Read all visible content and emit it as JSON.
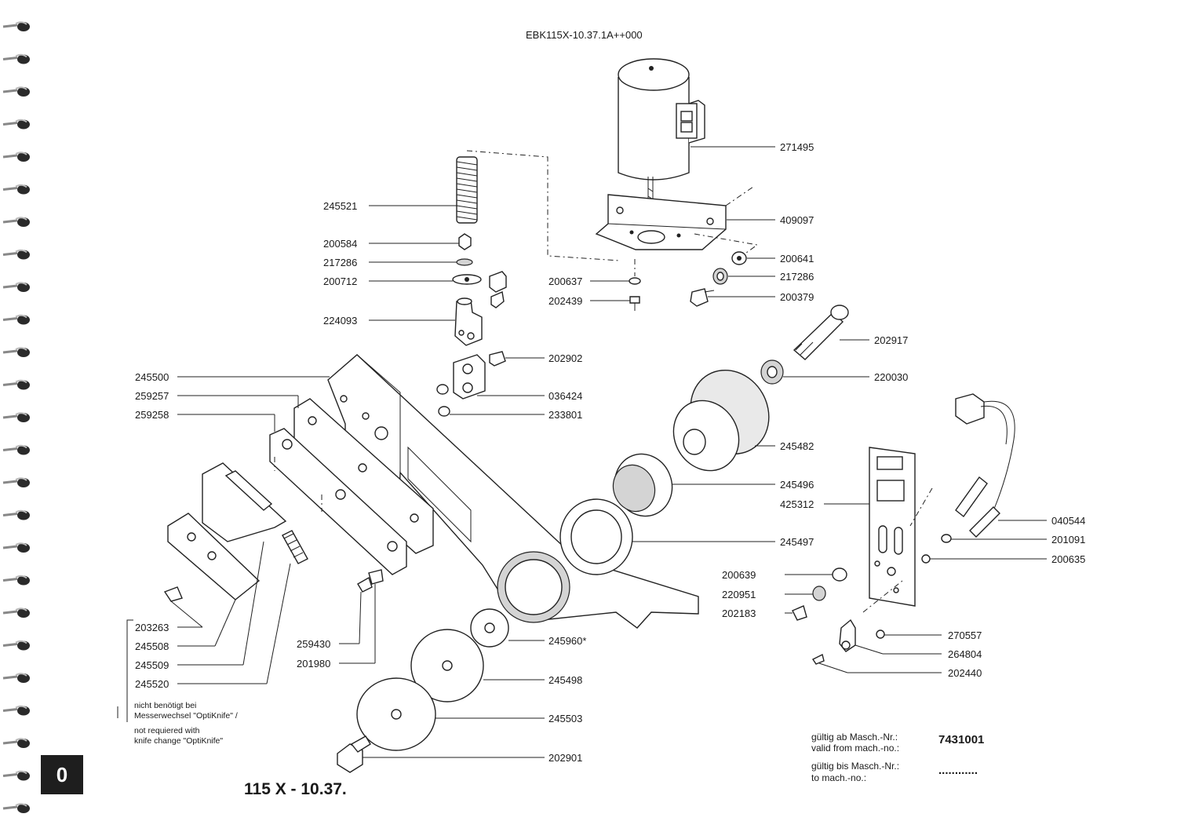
{
  "header": {
    "drawing_code": "EBK115X-10.37.1A++000"
  },
  "page": {
    "number": "0",
    "title": "115 X - 10.37."
  },
  "parts": [
    {
      "id": "271495"
    },
    {
      "id": "409097"
    },
    {
      "id": "200641"
    },
    {
      "id": "217286"
    },
    {
      "id": "200379"
    },
    {
      "id": "245521"
    },
    {
      "id": "200584"
    },
    {
      "id": "217286"
    },
    {
      "id": "200712"
    },
    {
      "id": "224093"
    },
    {
      "id": "200637"
    },
    {
      "id": "202439"
    },
    {
      "id": "202902"
    },
    {
      "id": "036424"
    },
    {
      "id": "233801"
    },
    {
      "id": "202917"
    },
    {
      "id": "220030"
    },
    {
      "id": "245500"
    },
    {
      "id": "259257"
    },
    {
      "id": "259258"
    },
    {
      "id": "245482"
    },
    {
      "id": "245496"
    },
    {
      "id": "425312"
    },
    {
      "id": "245497"
    },
    {
      "id": "040544"
    },
    {
      "id": "201091"
    },
    {
      "id": "200635"
    },
    {
      "id": "200639"
    },
    {
      "id": "220951"
    },
    {
      "id": "202183"
    },
    {
      "id": "270557"
    },
    {
      "id": "264804"
    },
    {
      "id": "202440"
    },
    {
      "id": "203263"
    },
    {
      "id": "245508"
    },
    {
      "id": "245509"
    },
    {
      "id": "245520"
    },
    {
      "id": "259430"
    },
    {
      "id": "201980"
    },
    {
      "id": "245960*"
    },
    {
      "id": "245498"
    },
    {
      "id": "245503"
    },
    {
      "id": "202901"
    }
  ],
  "note": {
    "de_line1": "nicht benötigt bei",
    "de_line2": "Messerwechsel \"OptiKnife\" /",
    "en_line1": "not requiered with",
    "en_line2": "knife change \"OptiKnife\""
  },
  "validity": {
    "from_de": "gültig ab Masch.-Nr.:",
    "from_en": "valid from mach.-no.:",
    "from_value": "7431001",
    "to_de": "gültig bis Masch.-Nr.:",
    "to_en": "to mach.-no.:",
    "to_value": "............"
  }
}
